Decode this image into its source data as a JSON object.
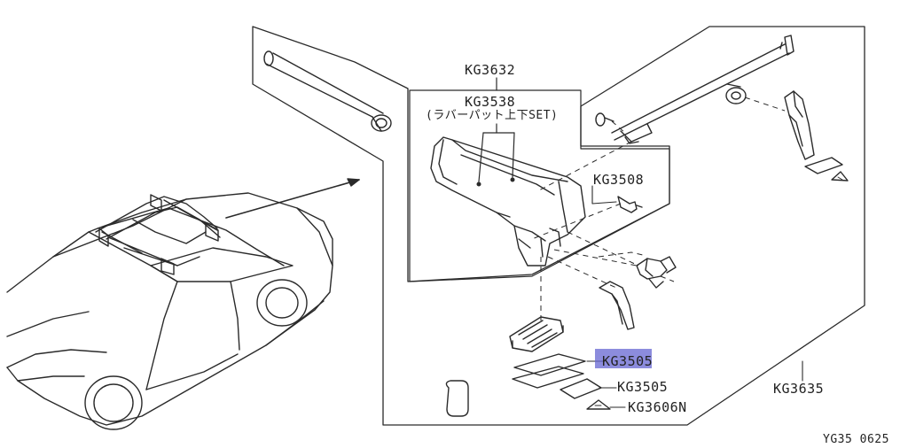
{
  "diagram": {
    "parts": {
      "kg3632": "KG3632",
      "kg3538": "KG3538",
      "kg3538_note": "(ラバーパット上下SET)",
      "kg3508": "KG3508",
      "kg3505_top": "KG3505",
      "kg3505_bottom": "KG3505",
      "kg3606n": "KG3606N",
      "kg3635": "KG3635"
    },
    "footer_code": "YG35 0625",
    "highlight_color": "#6f6fd6",
    "line_color": "#2a2a2a",
    "icons": [
      "car-icon",
      "ski-attachment-icon",
      "crossbar-icon",
      "bracket-icon",
      "rubber-pad-icon",
      "label-sticker-icon"
    ]
  }
}
